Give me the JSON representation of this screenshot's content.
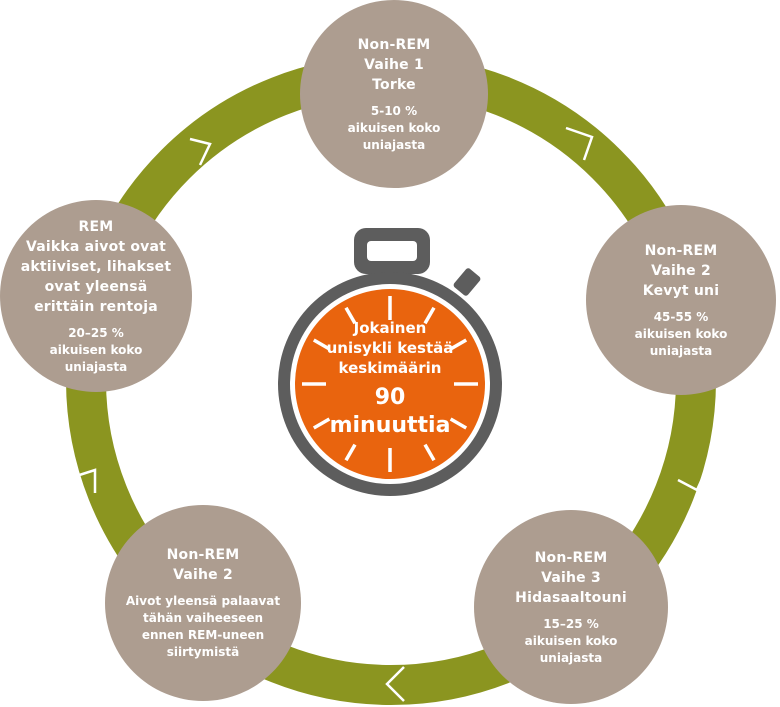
{
  "colors": {
    "ring": "#8b9520",
    "node": "#ad9d90",
    "stopwatch_frame": "#5d5d5d",
    "stopwatch_face": "#e9640e",
    "text": "#ffffff"
  },
  "stages": [
    {
      "title_lines": [
        "Non-REM",
        "Vaihe 1",
        "Torke"
      ],
      "sub_lines": [
        "5-10 %",
        "aikuisen koko",
        "uniajasta"
      ]
    },
    {
      "title_lines": [
        "Non-REM",
        "Vaihe 2",
        "Kevyt uni"
      ],
      "sub_lines": [
        "45-55 %",
        "aikuisen koko",
        "uniajasta"
      ]
    },
    {
      "title_lines": [
        "Non-REM",
        "Vaihe 3",
        "Hidasaaltouni"
      ],
      "sub_lines": [
        "15–25 %",
        "aikuisen koko",
        "uniajasta"
      ]
    },
    {
      "title_lines": [
        "Non-REM",
        "Vaihe 2"
      ],
      "sub_lines": [
        "Aivot yleensä palaavat",
        "tähän vaiheeseen",
        "ennen REM-uneen",
        "siirtymistä"
      ]
    },
    {
      "title_lines": [
        "REM",
        "Vaikka aivot ovat",
        "aktiiviset, lihakset",
        "ovat yleensä",
        "erittäin rentoja"
      ],
      "sub_lines": [
        "20–25 %",
        "aikuisen koko",
        "uniajasta"
      ]
    }
  ],
  "center": {
    "lines": [
      "Jokainen",
      "unisykli kestää",
      "keskimäärin"
    ],
    "duration": "90 minuuttia"
  }
}
